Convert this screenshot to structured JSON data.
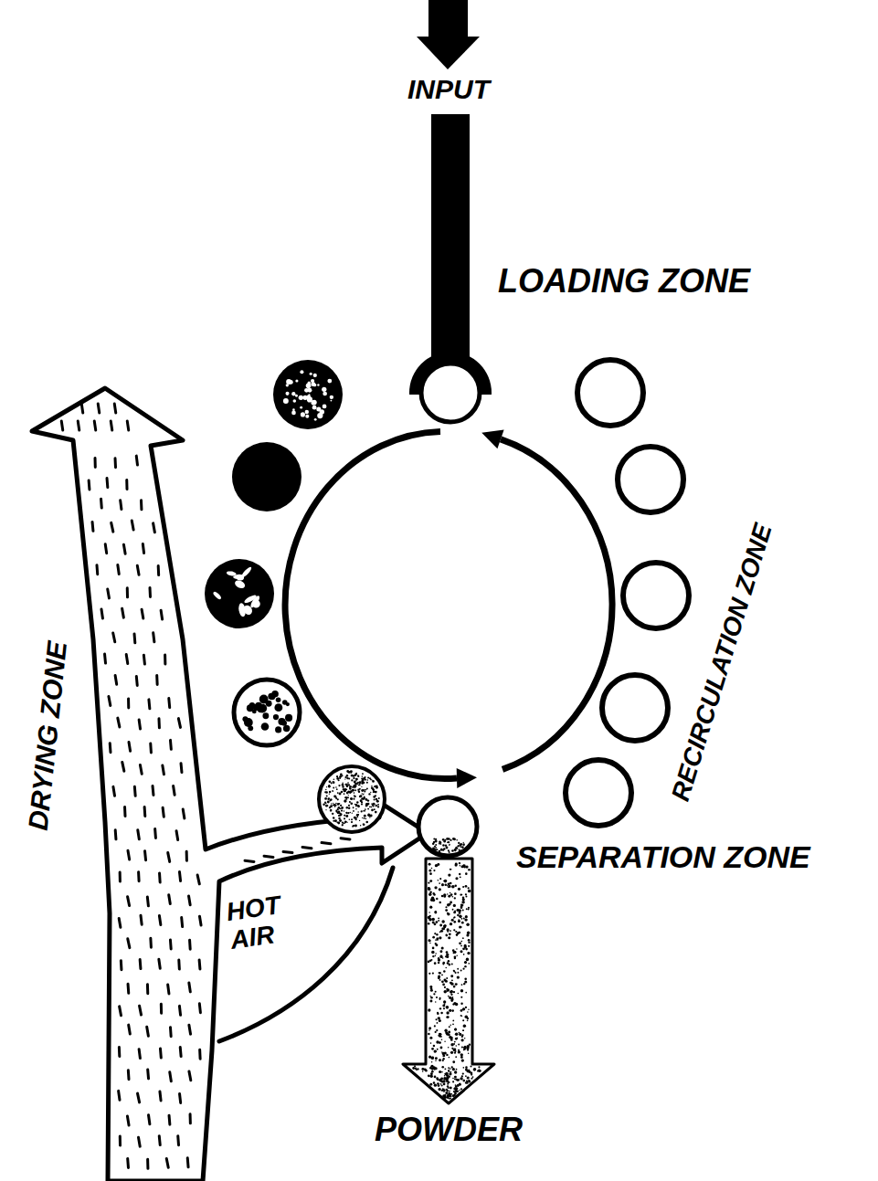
{
  "diagram": {
    "labels": [
      "INPUT",
      "LOADING ZONE",
      "DRYING ZONE",
      "RECIRCULATION ZONE",
      "SEPARATION ZONE",
      "HOT AIR",
      "POWDER"
    ]
  }
}
